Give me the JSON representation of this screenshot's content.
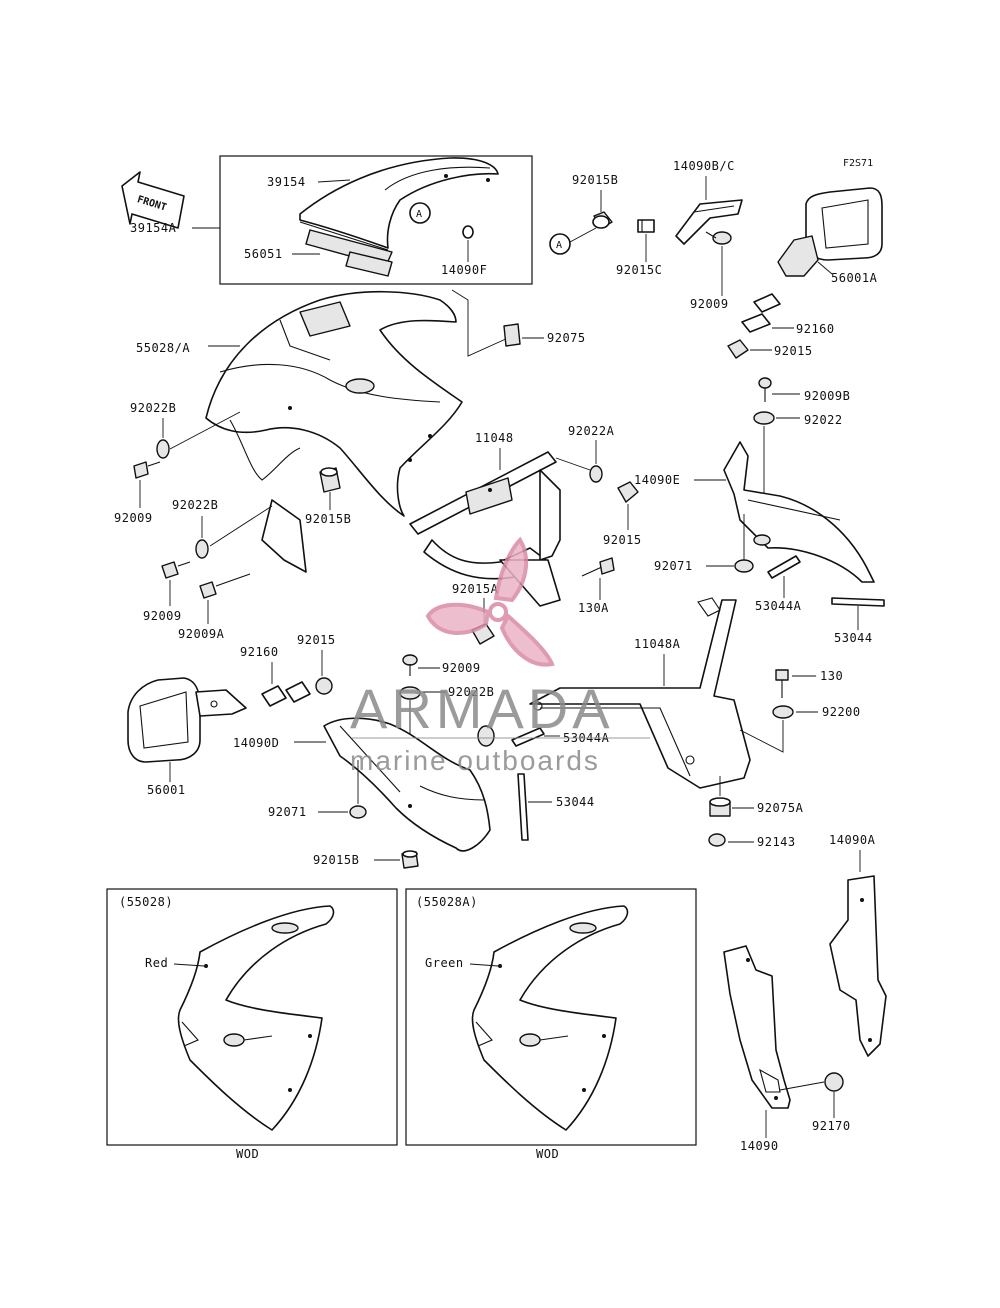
{
  "diagram": {
    "ref_code": "F2S71",
    "front_label": "FRONT",
    "parts": {
      "p39154": "39154",
      "p39154A": "39154A",
      "p56051": "56051",
      "p14090F": "14090F",
      "p92015B_top": "92015B",
      "pA_top": "A",
      "pA_left": "A",
      "p92015C": "92015C",
      "p14090BC": "14090B/C",
      "p92009_top": "92009",
      "p92160_top": "92160",
      "p92015_top": "92015",
      "p56001A": "56001A",
      "p92075": "92075",
      "p55028A": "55028/A",
      "p92022B_1": "92022B",
      "p92009_1": "92009",
      "p92022B_2": "92022B",
      "p92015B_mid": "92015B",
      "p92009_2": "92009",
      "p92009A": "92009A",
      "p11048": "11048",
      "p92022A": "92022A",
      "p92015_mid": "92015",
      "p92015A": "92015A",
      "p130A": "130A",
      "p92009B": "92009B",
      "p92022": "92022",
      "p14090E": "14090E",
      "p92071_right": "92071",
      "p53044A_right": "53044A",
      "p53044_right": "53044",
      "p92160_low": "92160",
      "p92015_low": "92015",
      "p92009_low": "92009",
      "p92022B_low": "92022B",
      "p14090D": "14090D",
      "p56001": "56001",
      "p92071_low": "92071",
      "p92015B_low": "92015B",
      "p53044A_low": "53044A",
      "p53044_low": "53044",
      "p11048A": "11048A",
      "p130": "130",
      "p92200": "92200",
      "p92075A": "92075A",
      "p92143": "92143",
      "p14090A": "14090A",
      "p14090": "14090",
      "p92170": "92170"
    },
    "inset_left": {
      "code": "(55028)",
      "color_label": "Red",
      "footer": "WOD"
    },
    "inset_right": {
      "code": "(55028A)",
      "color_label": "Green",
      "footer": "WOD"
    }
  },
  "watermark": {
    "brand": "ARMADA",
    "tagline": "marine outboards",
    "color": "#d98aa6"
  }
}
